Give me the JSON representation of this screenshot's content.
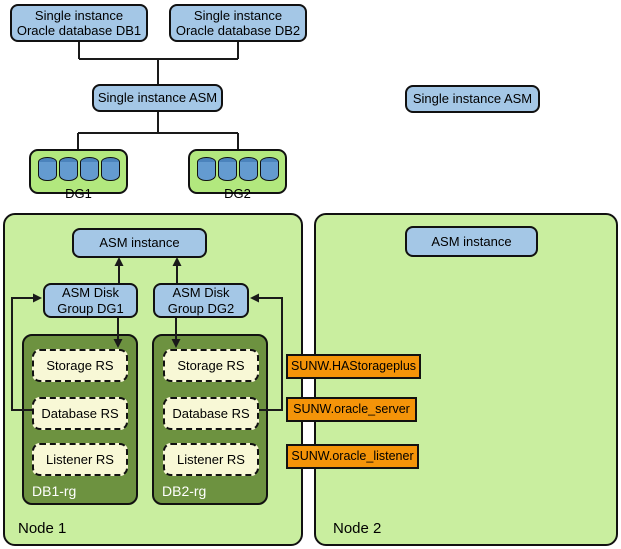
{
  "top_diagram": {
    "db1": "Single instance\nOracle database DB1",
    "db2": "Single instance\nOracle database DB2",
    "asm": "Single instance ASM",
    "asm_right": "Single instance ASM",
    "dg1": "DG1",
    "dg2": "DG2"
  },
  "node1": {
    "label": "Node 1",
    "asm_instance": "ASM instance",
    "disk_group_dg1": "ASM Disk\nGroup DG1",
    "disk_group_dg2": "ASM Disk\nGroup DG2",
    "rg1": {
      "label": "DB1-rg",
      "storage": "Storage RS",
      "database": "Database RS",
      "listener": "Listener RS"
    },
    "rg2": {
      "label": "DB2-rg",
      "storage": "Storage RS",
      "database": "Database RS",
      "listener": "Listener RS"
    }
  },
  "node2": {
    "label": "Node 2",
    "asm_instance": "ASM instance"
  },
  "resource_types": {
    "storage": "SUNW.HAStorageplus",
    "server": "SUNW.oracle_server",
    "listener": "SUNW.oracle_listener"
  },
  "colors": {
    "box_blue": "#a4c7e6",
    "node_green": "#c9ee9f",
    "disk_group_green": "#b2e87e",
    "rg_dark_green": "#6d9240",
    "resource_cream": "#f8f8d6",
    "resource_type_orange": "#f49409",
    "disk_icon_blue": "#649bd0"
  }
}
